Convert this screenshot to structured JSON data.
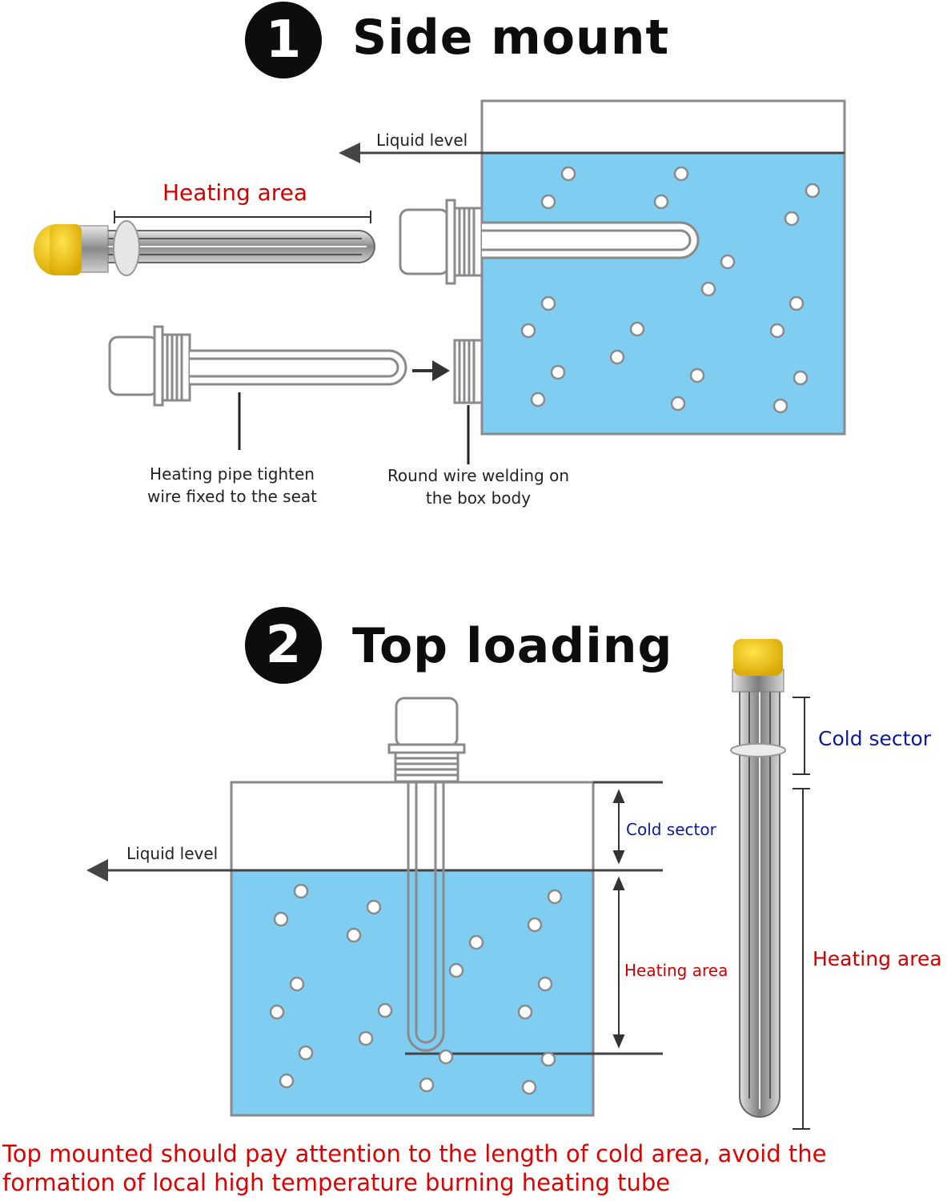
{
  "section1": {
    "number": "1",
    "title": "Side mount",
    "liquid_level": "Liquid level",
    "heating_area": "Heating area",
    "caption_left": "Heating pipe tighten wire fixed to the seat",
    "caption_right": "Round wire welding on the box body"
  },
  "section2": {
    "number": "2",
    "title": "Top loading",
    "liquid_level": "Liquid level",
    "cold_sector": "Cold sector",
    "heating_area": "Heating area",
    "photo_cold_sector": "Cold sector",
    "photo_heating_area": "Heating area"
  },
  "footer_note": "Top mounted should pay attention to the length of cold area, avoid the formation of local high temperature burning heating tube",
  "colors": {
    "water": "#80cdf2",
    "outline": "#8a8a8a",
    "cap_yellow": "#f2c400",
    "red_text": "#d10000",
    "blue_text": "#0a1a9e"
  },
  "icons": [
    "heater-photo-icon",
    "bubble-icon",
    "arrow-left-icon",
    "arrow-right-icon"
  ]
}
